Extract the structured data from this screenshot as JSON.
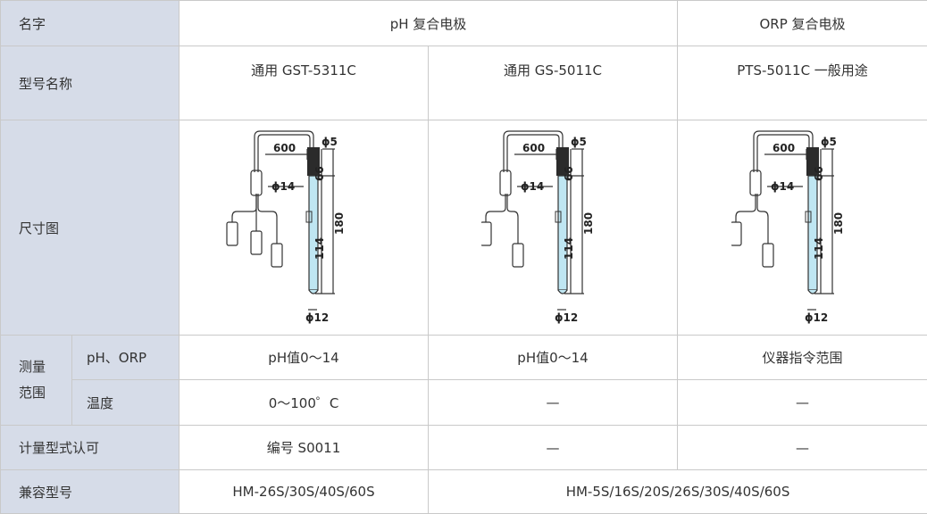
{
  "table": {
    "row_name": {
      "label": "名字",
      "ph": "pH 复合电极",
      "orp": "ORP 复合电极"
    },
    "row_model": {
      "label": "型号名称",
      "col1": "通用 GST-5311C",
      "col2": "通用 GS-5011C",
      "col3": "PTS-5011C 一般用途"
    },
    "row_dim": {
      "label": "尺寸图",
      "dims": {
        "cable": "600",
        "top_dia": "ϕ5",
        "mid_dia": "ϕ14",
        "bottom_dia": "ϕ12",
        "upper_len": "66",
        "lower_len": "114",
        "total_len": "180"
      }
    },
    "row_range": {
      "label_line1": "测量",
      "label_line2": "范围",
      "sub_ph_label": "pH、ORP",
      "ph_col1": "pH值0～14",
      "ph_col2": "pH值0～14",
      "ph_col3": "仪器指令范围",
      "sub_temp_label": "温度",
      "temp_col1": "0～100゜C",
      "temp_col2": "—",
      "temp_col3": "—"
    },
    "row_cert": {
      "label": "计量型式认可",
      "col1": "编号 S0011",
      "col2": "—",
      "col3": "—"
    },
    "row_compat": {
      "label": "兼容型号",
      "col1": "HM-26S/30S/40S/60S",
      "col23": "HM-5S/16S/20S/26S/30S/40S/60S"
    }
  }
}
